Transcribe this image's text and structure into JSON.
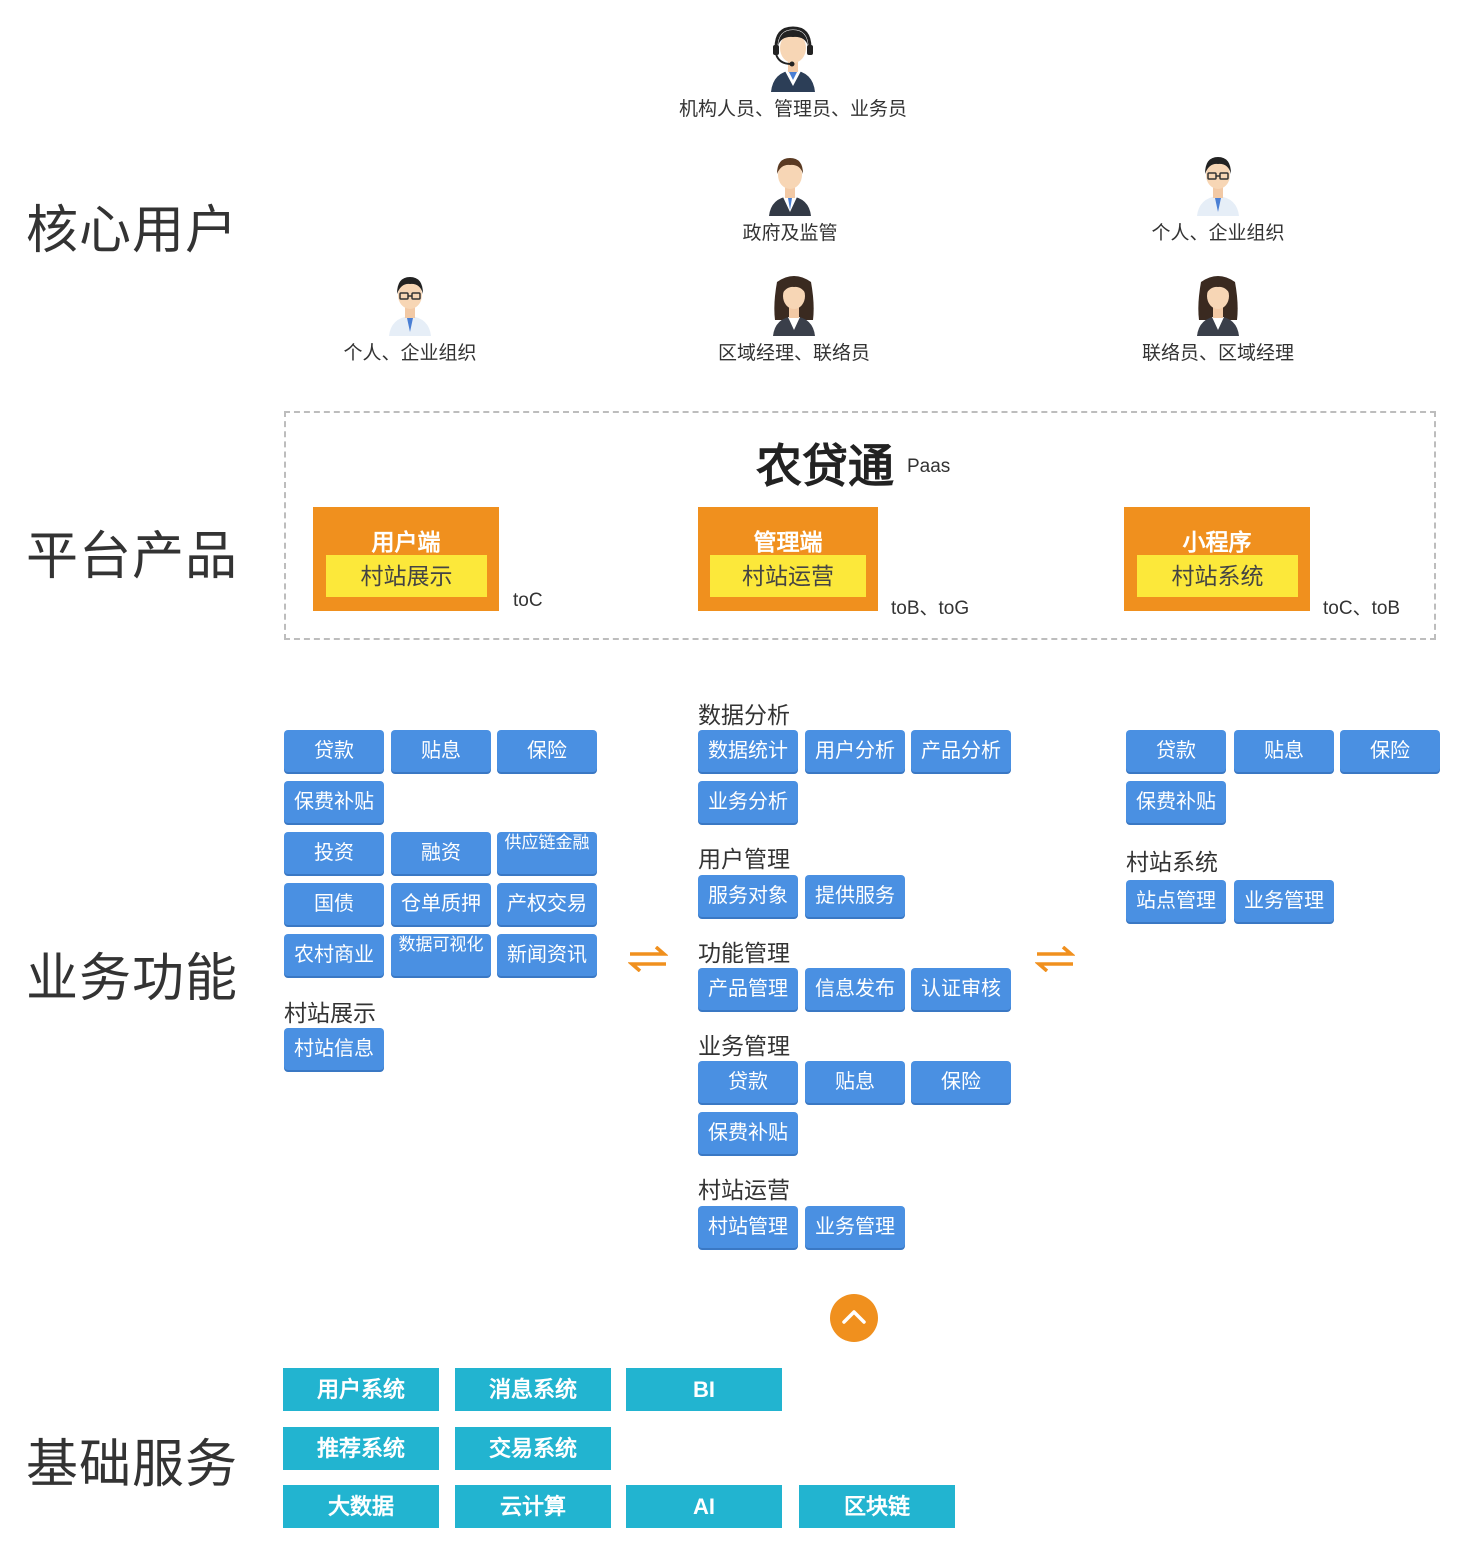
{
  "sections": {
    "core_users": "核心用户",
    "platform": "平台产品",
    "business": "业务功能",
    "infra": "基础服务"
  },
  "users": [
    {
      "label": "机构人员、管理员、业务员",
      "icon": "customer-service-agent-icon"
    },
    {
      "label": "政府及监管",
      "icon": "government-man-icon"
    },
    {
      "label": "个人、企业组织",
      "icon": "man-glasses-icon"
    },
    {
      "label": "个人、企业组织",
      "icon": "man-glasses-icon"
    },
    {
      "label": "区域经理、联络员",
      "icon": "woman-icon"
    },
    {
      "label": "联络员、区域经理",
      "icon": "woman-icon"
    }
  ],
  "platform": {
    "brand": "农贷通",
    "brand_sub": "Paas",
    "products": [
      {
        "title": "用户端",
        "inner": "村站展示",
        "tag": "toC"
      },
      {
        "title": "管理端",
        "inner": "村站运营",
        "tag": "toB、toG"
      },
      {
        "title": "小程序",
        "inner": "村站系统",
        "tag": "toC、toB"
      }
    ]
  },
  "business": {
    "left": {
      "chips": [
        "贷款",
        "贴息",
        "保险",
        "保费补贴",
        "投资",
        "融资",
        "供应链金融",
        "国债",
        "仓单质押",
        "产权交易",
        "农村商业",
        "数据可视化",
        "新闻资讯"
      ],
      "group_title": "村站展示",
      "group_chips": [
        "村站信息"
      ]
    },
    "middle": {
      "groups": [
        {
          "title": "数据分析",
          "chips": [
            "数据统计",
            "用户分析",
            "产品分析",
            "业务分析"
          ]
        },
        {
          "title": "用户管理",
          "chips": [
            "服务对象",
            "提供服务"
          ]
        },
        {
          "title": "功能管理",
          "chips": [
            "产品管理",
            "信息发布",
            "认证审核"
          ]
        },
        {
          "title": "业务管理",
          "chips": [
            "贷款",
            "贴息",
            "保险",
            "保费补贴"
          ]
        },
        {
          "title": "村站运营",
          "chips": [
            "村站管理",
            "业务管理"
          ]
        }
      ]
    },
    "right": {
      "chips": [
        "贷款",
        "贴息",
        "保险",
        "保费补贴"
      ],
      "group_title": "村站系统",
      "group_chips": [
        "站点管理",
        "业务管理"
      ]
    }
  },
  "infra": {
    "services": [
      "用户系统",
      "消息系统",
      "BI",
      "推荐系统",
      "交易系统",
      "大数据",
      "云计算",
      "AI",
      "区块链"
    ]
  },
  "colors": {
    "orange": "#f0901e",
    "yellow": "#fce83a",
    "chip_blue": "#4a90e2",
    "service_cyan": "#22b4d0"
  }
}
